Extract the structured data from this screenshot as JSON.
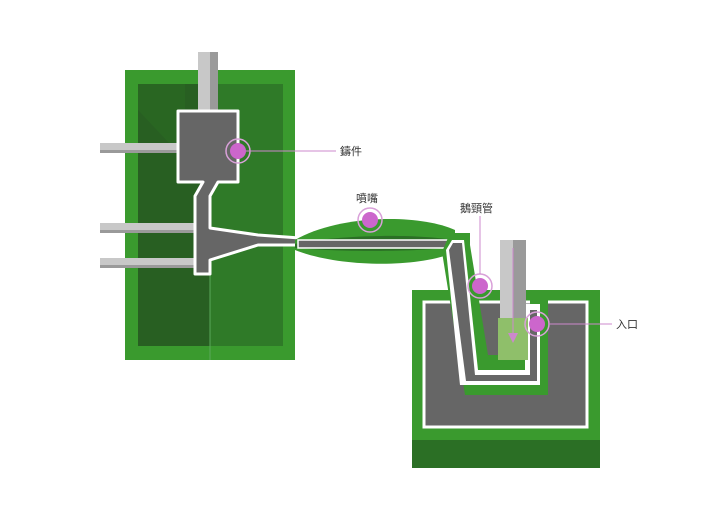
{
  "labels": {
    "casting": "鑄件",
    "nozzle": "噴嘴",
    "gooseneck": "鵝頸管",
    "inlet": "入口"
  },
  "colors": {
    "green_bright": "#3a9a2e",
    "green_dark": "#2b6f25",
    "green_mid": "#32852a",
    "gray_fill": "#666666",
    "pillar_light": "#c8c8c8",
    "pillar_dark": "#9a9a9a",
    "marker": "#cc66cc",
    "marker_ring": "#d9a0d9",
    "callout_line": "#cc88cc",
    "metal_light": "#8fbf6a"
  }
}
